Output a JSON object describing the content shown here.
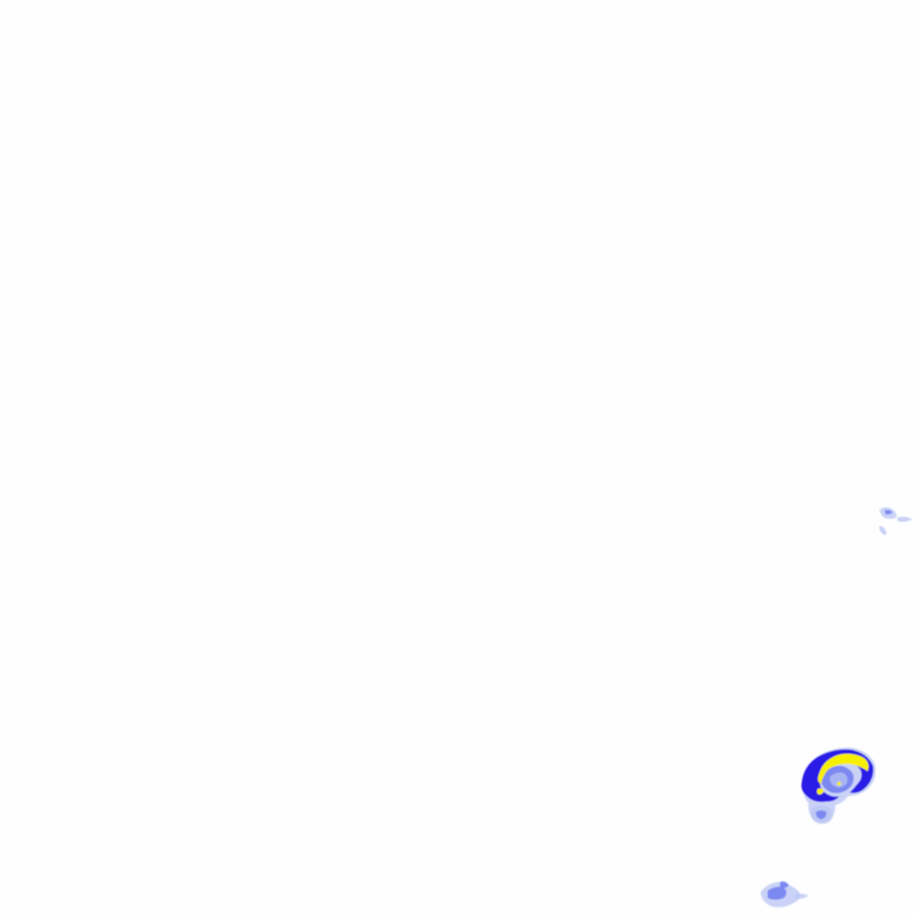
{
  "map": {
    "type": "radar-reflectivity-overlay",
    "background_color": "#fefefe",
    "palette": {
      "light_echo": "#b8c4f4",
      "mid_echo": "#6f7df0",
      "strong_echo": "#2a1ee6",
      "core_echo": "#f6f000"
    },
    "echoes": [
      {
        "name": "echo-cluster-east-small",
        "intensity": "light"
      },
      {
        "name": "echo-cell-southeast-storm",
        "intensity": "strong-with-core"
      },
      {
        "name": "echo-cluster-south-small",
        "intensity": "light-mid"
      }
    ]
  }
}
